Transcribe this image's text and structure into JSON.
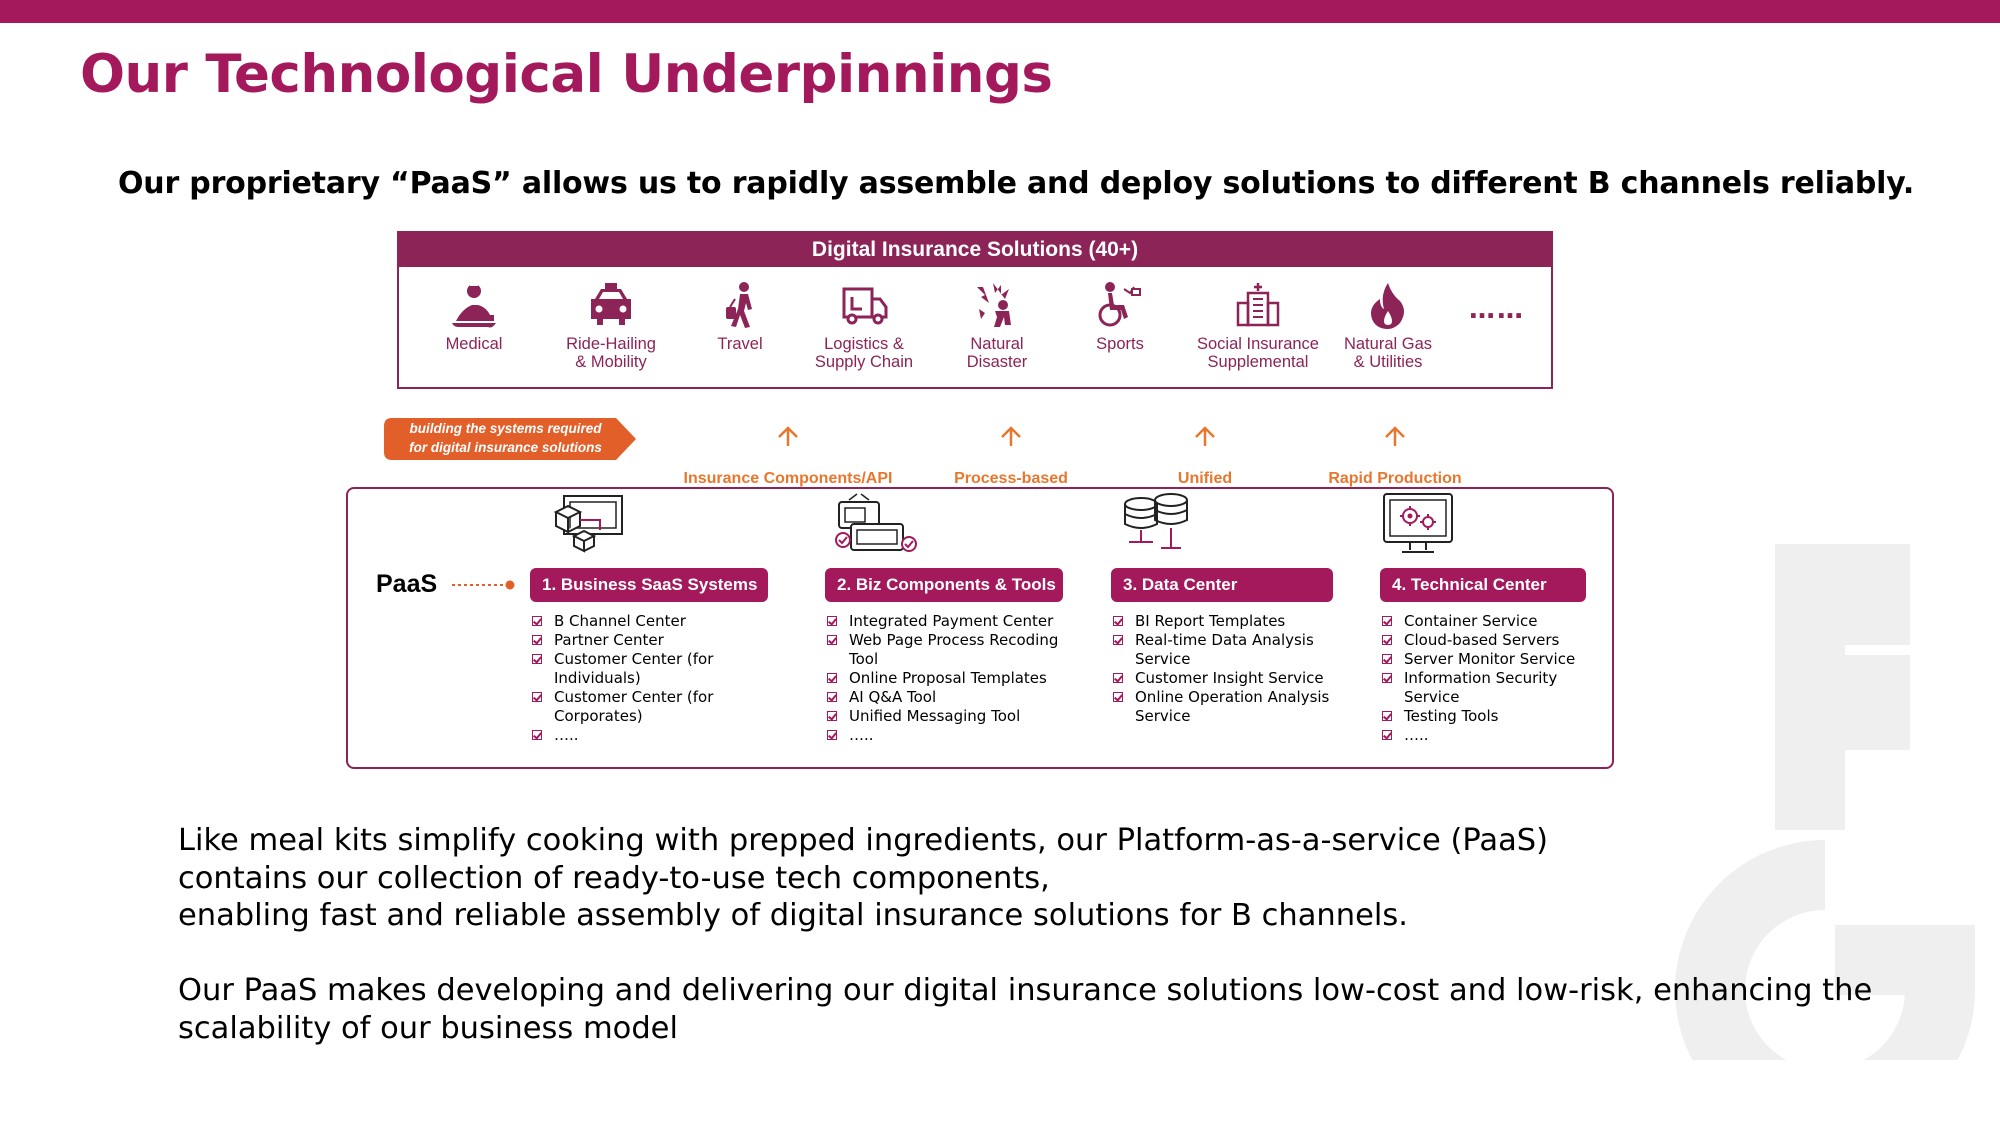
{
  "slide": {
    "title": "Our Technological Underpinnings",
    "subtitle": "Our proprietary “PaaS” allows us to rapidly assemble and deploy solutions to different B channels reliably.",
    "accent_color": "#a3195b",
    "panel_color": "#8c2457",
    "orange_color": "#e8772e"
  },
  "solutions": {
    "header": "Digital Insurance Solutions (40+)",
    "items": [
      {
        "label": "Medical",
        "icon": "medical-icon"
      },
      {
        "label": "Ride-Hailing\n& Mobility",
        "icon": "car-icon"
      },
      {
        "label": "Travel",
        "icon": "traveler-icon"
      },
      {
        "label": "Logistics &\nSupply Chain",
        "icon": "truck-icon"
      },
      {
        "label": "Natural\nDisaster",
        "icon": "disaster-icon"
      },
      {
        "label": "Sports",
        "icon": "wheelchair-sports-icon"
      },
      {
        "label": "Social Insurance\nSupplemental",
        "icon": "hospital-building-icon"
      },
      {
        "label": "Natural Gas\n& Utilities",
        "icon": "flame-icon"
      }
    ],
    "more": "……"
  },
  "middle": {
    "tag": "building the systems required\nfor digital insurance solutions",
    "capabilities": [
      "Insurance Components/API\nServices",
      "Process-based\nConfiguration",
      "Unified\nIntegration",
      "Rapid Production\nDeployment"
    ]
  },
  "paas": {
    "label": "PaaS",
    "columns": [
      {
        "title": "1. Business SaaS Systems",
        "icon": "saas-systems-icon",
        "items": [
          "B Channel Center",
          "Partner Center",
          "Customer Center (for Individuals)",
          "Customer Center (for Corporates)",
          "….."
        ]
      },
      {
        "title": "2. Biz Components & Tools",
        "icon": "components-tools-icon",
        "items": [
          "Integrated Payment Center",
          "Web Page Process Recoding Tool",
          "Online Proposal Templates",
          "AI Q&A Tool",
          "Unified Messaging Tool",
          "….."
        ]
      },
      {
        "title": "3. Data Center",
        "icon": "database-icon",
        "items": [
          "BI Report Templates",
          "Real-time Data Analysis Service",
          "Customer Insight Service",
          "Online Operation Analysis Service"
        ]
      },
      {
        "title": "4. Technical Center",
        "icon": "gear-monitor-icon",
        "items": [
          "Container Service",
          "Cloud-based Servers",
          "Server Monitor Service",
          "Information Security Service",
          "Testing Tools",
          "….."
        ]
      }
    ]
  },
  "body": {
    "lines_1": [
      "Like meal kits simplify cooking with prepped ingredients, our Platform-as-a-service (PaaS)",
      "contains our collection of ready-to-use tech components,",
      "enabling fast and reliable assembly of digital insurance solutions for B channels."
    ],
    "lines_2": [
      "Our PaaS makes developing and delivering our digital insurance solutions low-cost and low-risk, enhancing the",
      "scalability of our business model"
    ]
  }
}
